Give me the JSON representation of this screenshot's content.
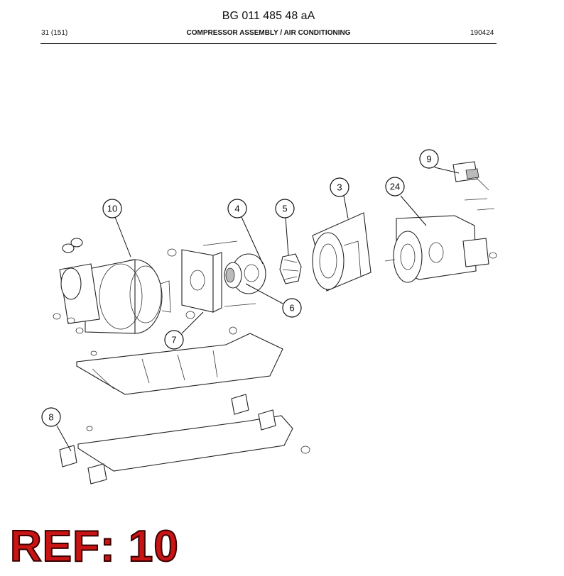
{
  "header": {
    "document_number": "BG 011 485 48 aA",
    "page": "31 (151)",
    "section_title": "COMPRESSOR ASSEMBLY / AIR CONDITIONING",
    "date_code": "190424"
  },
  "callouts": [
    {
      "id": "callout-10",
      "label": "10"
    },
    {
      "id": "callout-4",
      "label": "4"
    },
    {
      "id": "callout-5",
      "label": "5"
    },
    {
      "id": "callout-3",
      "label": "3"
    },
    {
      "id": "callout-24",
      "label": "24"
    },
    {
      "id": "callout-9",
      "label": "9"
    },
    {
      "id": "callout-6",
      "label": "6"
    },
    {
      "id": "callout-7",
      "label": "7"
    },
    {
      "id": "callout-8",
      "label": "8"
    }
  ],
  "ref_label": "REF: 10"
}
